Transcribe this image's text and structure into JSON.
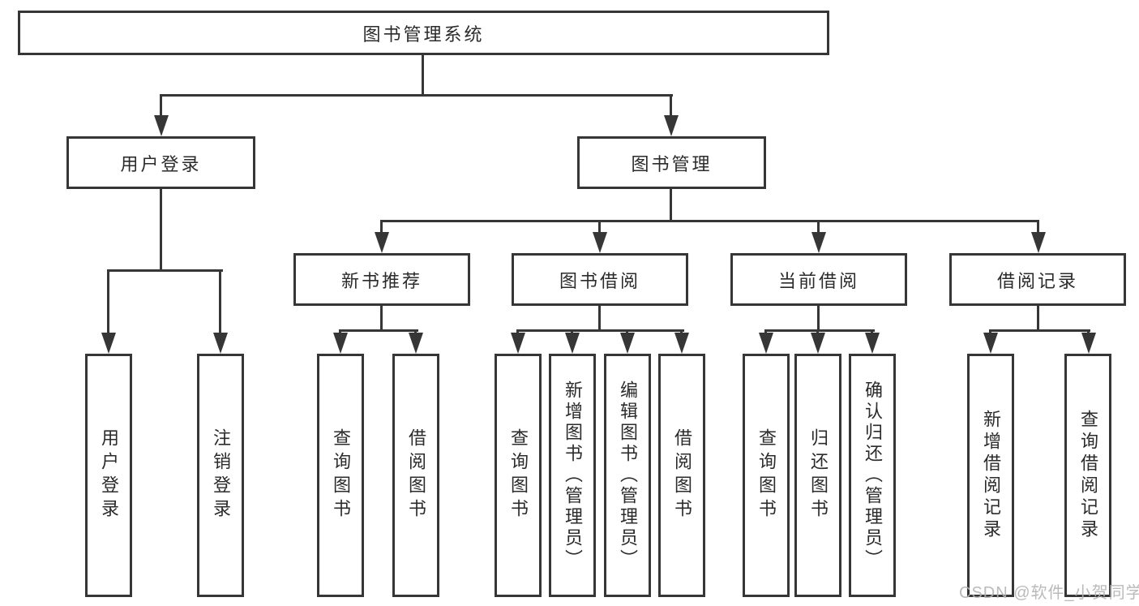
{
  "diagram": {
    "title": "图书管理系统",
    "tree": {
      "label": "图书管理系统",
      "children": [
        {
          "label": "用户登录",
          "children": [
            {
              "label": "用户登录"
            },
            {
              "label": "注销登录"
            }
          ]
        },
        {
          "label": "图书管理",
          "children": [
            {
              "label": "新书推荐",
              "children": [
                {
                  "label": "查询图书"
                },
                {
                  "label": "借阅图书"
                }
              ]
            },
            {
              "label": "图书借阅",
              "children": [
                {
                  "label": "查询图书"
                },
                {
                  "label": "新增图书（管理员）"
                },
                {
                  "label": "编辑图书（管理员）"
                },
                {
                  "label": "借阅图书"
                }
              ]
            },
            {
              "label": "当前借阅",
              "children": [
                {
                  "label": "查询图书"
                },
                {
                  "label": "归还图书"
                },
                {
                  "label": "确认归还（管理员）"
                }
              ]
            },
            {
              "label": "借阅记录",
              "children": [
                {
                  "label": "新增借阅记录"
                },
                {
                  "label": "查询借阅记录"
                }
              ]
            }
          ]
        }
      ]
    },
    "watermark": "CSDN @软件_小贺同学",
    "colors": {
      "line": "#363636",
      "text": "#2b2b2b",
      "watermark": "#b3b3b3",
      "background": "#ffffff"
    }
  }
}
